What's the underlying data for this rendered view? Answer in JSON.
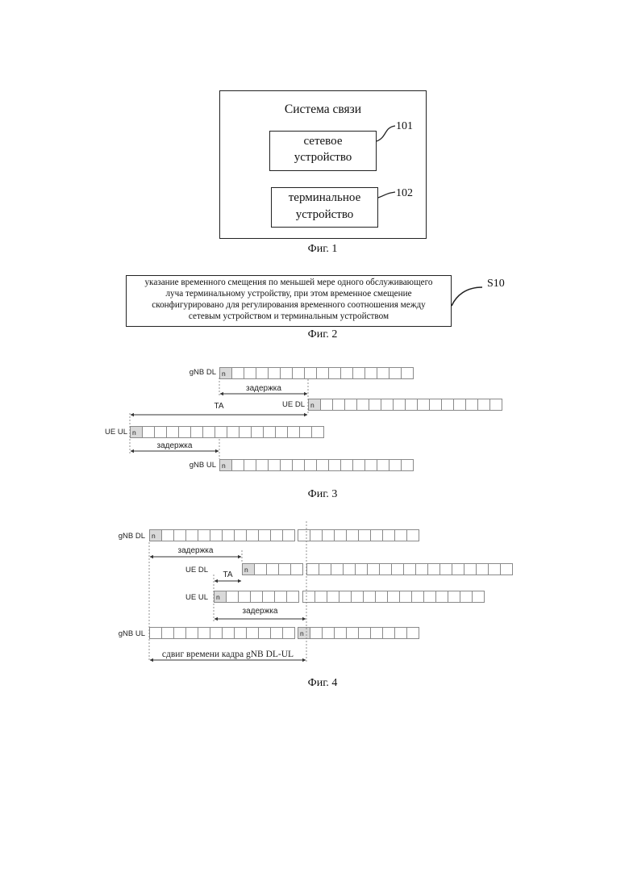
{
  "fig1": {
    "title": "Система связи",
    "net_line1": "сетевое",
    "net_line2": "устройство",
    "term_line1": "терминальное",
    "term_line2": "устройство",
    "ref_net": "101",
    "ref_term": "102",
    "caption": "Фиг. 1"
  },
  "fig2": {
    "line1": "указание временного смещения по меньшей мере одного обслуживающего",
    "line2": "луча терминальному устройству, при этом временное смещение",
    "line3": "сконфигурировано для регулирования временного соотношения между",
    "line4": "сетевым устройством и терминальным устройством",
    "ref": "S10",
    "caption": "Фиг. 2"
  },
  "fig3": {
    "gnb_dl": "gNB DL",
    "ue_dl": "UE DL",
    "ue_ul": "UE UL",
    "gnb_ul": "gNB UL",
    "delay1": "задержка",
    "delay2": "задержка",
    "ta": "TA",
    "n": "n",
    "caption": "Фиг. 3"
  },
  "fig4": {
    "gnb_dl": "gNB DL",
    "ue_dl": "UE DL",
    "ue_ul": "UE UL",
    "gnb_ul": "gNB UL",
    "delay1": "задержка",
    "delay2": "задержка",
    "ta": "TA",
    "n": "n",
    "shift": "сдвиг времени кадра gNB DL-UL",
    "caption": "Фиг. 4"
  }
}
